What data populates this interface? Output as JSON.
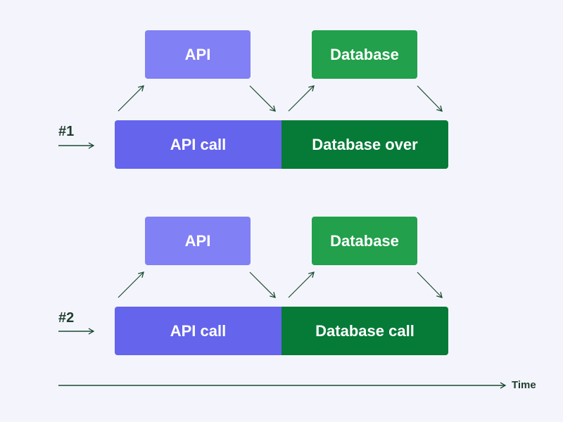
{
  "colors": {
    "api_small": "#8280f5",
    "api_big": "#6464ed",
    "db_small": "#22a04b",
    "db_big": "#067a37",
    "line": "#1a4a33",
    "background": "#f4f5fc"
  },
  "rows": [
    {
      "label": "#1",
      "api_small": "API",
      "api_big": "API call",
      "db_small": "Database",
      "db_big": "Database over"
    },
    {
      "label": "#2",
      "api_small": "API",
      "api_big": "API call",
      "db_small": "Database",
      "db_big": "Database call"
    }
  ],
  "timeline": {
    "label": "Time"
  }
}
